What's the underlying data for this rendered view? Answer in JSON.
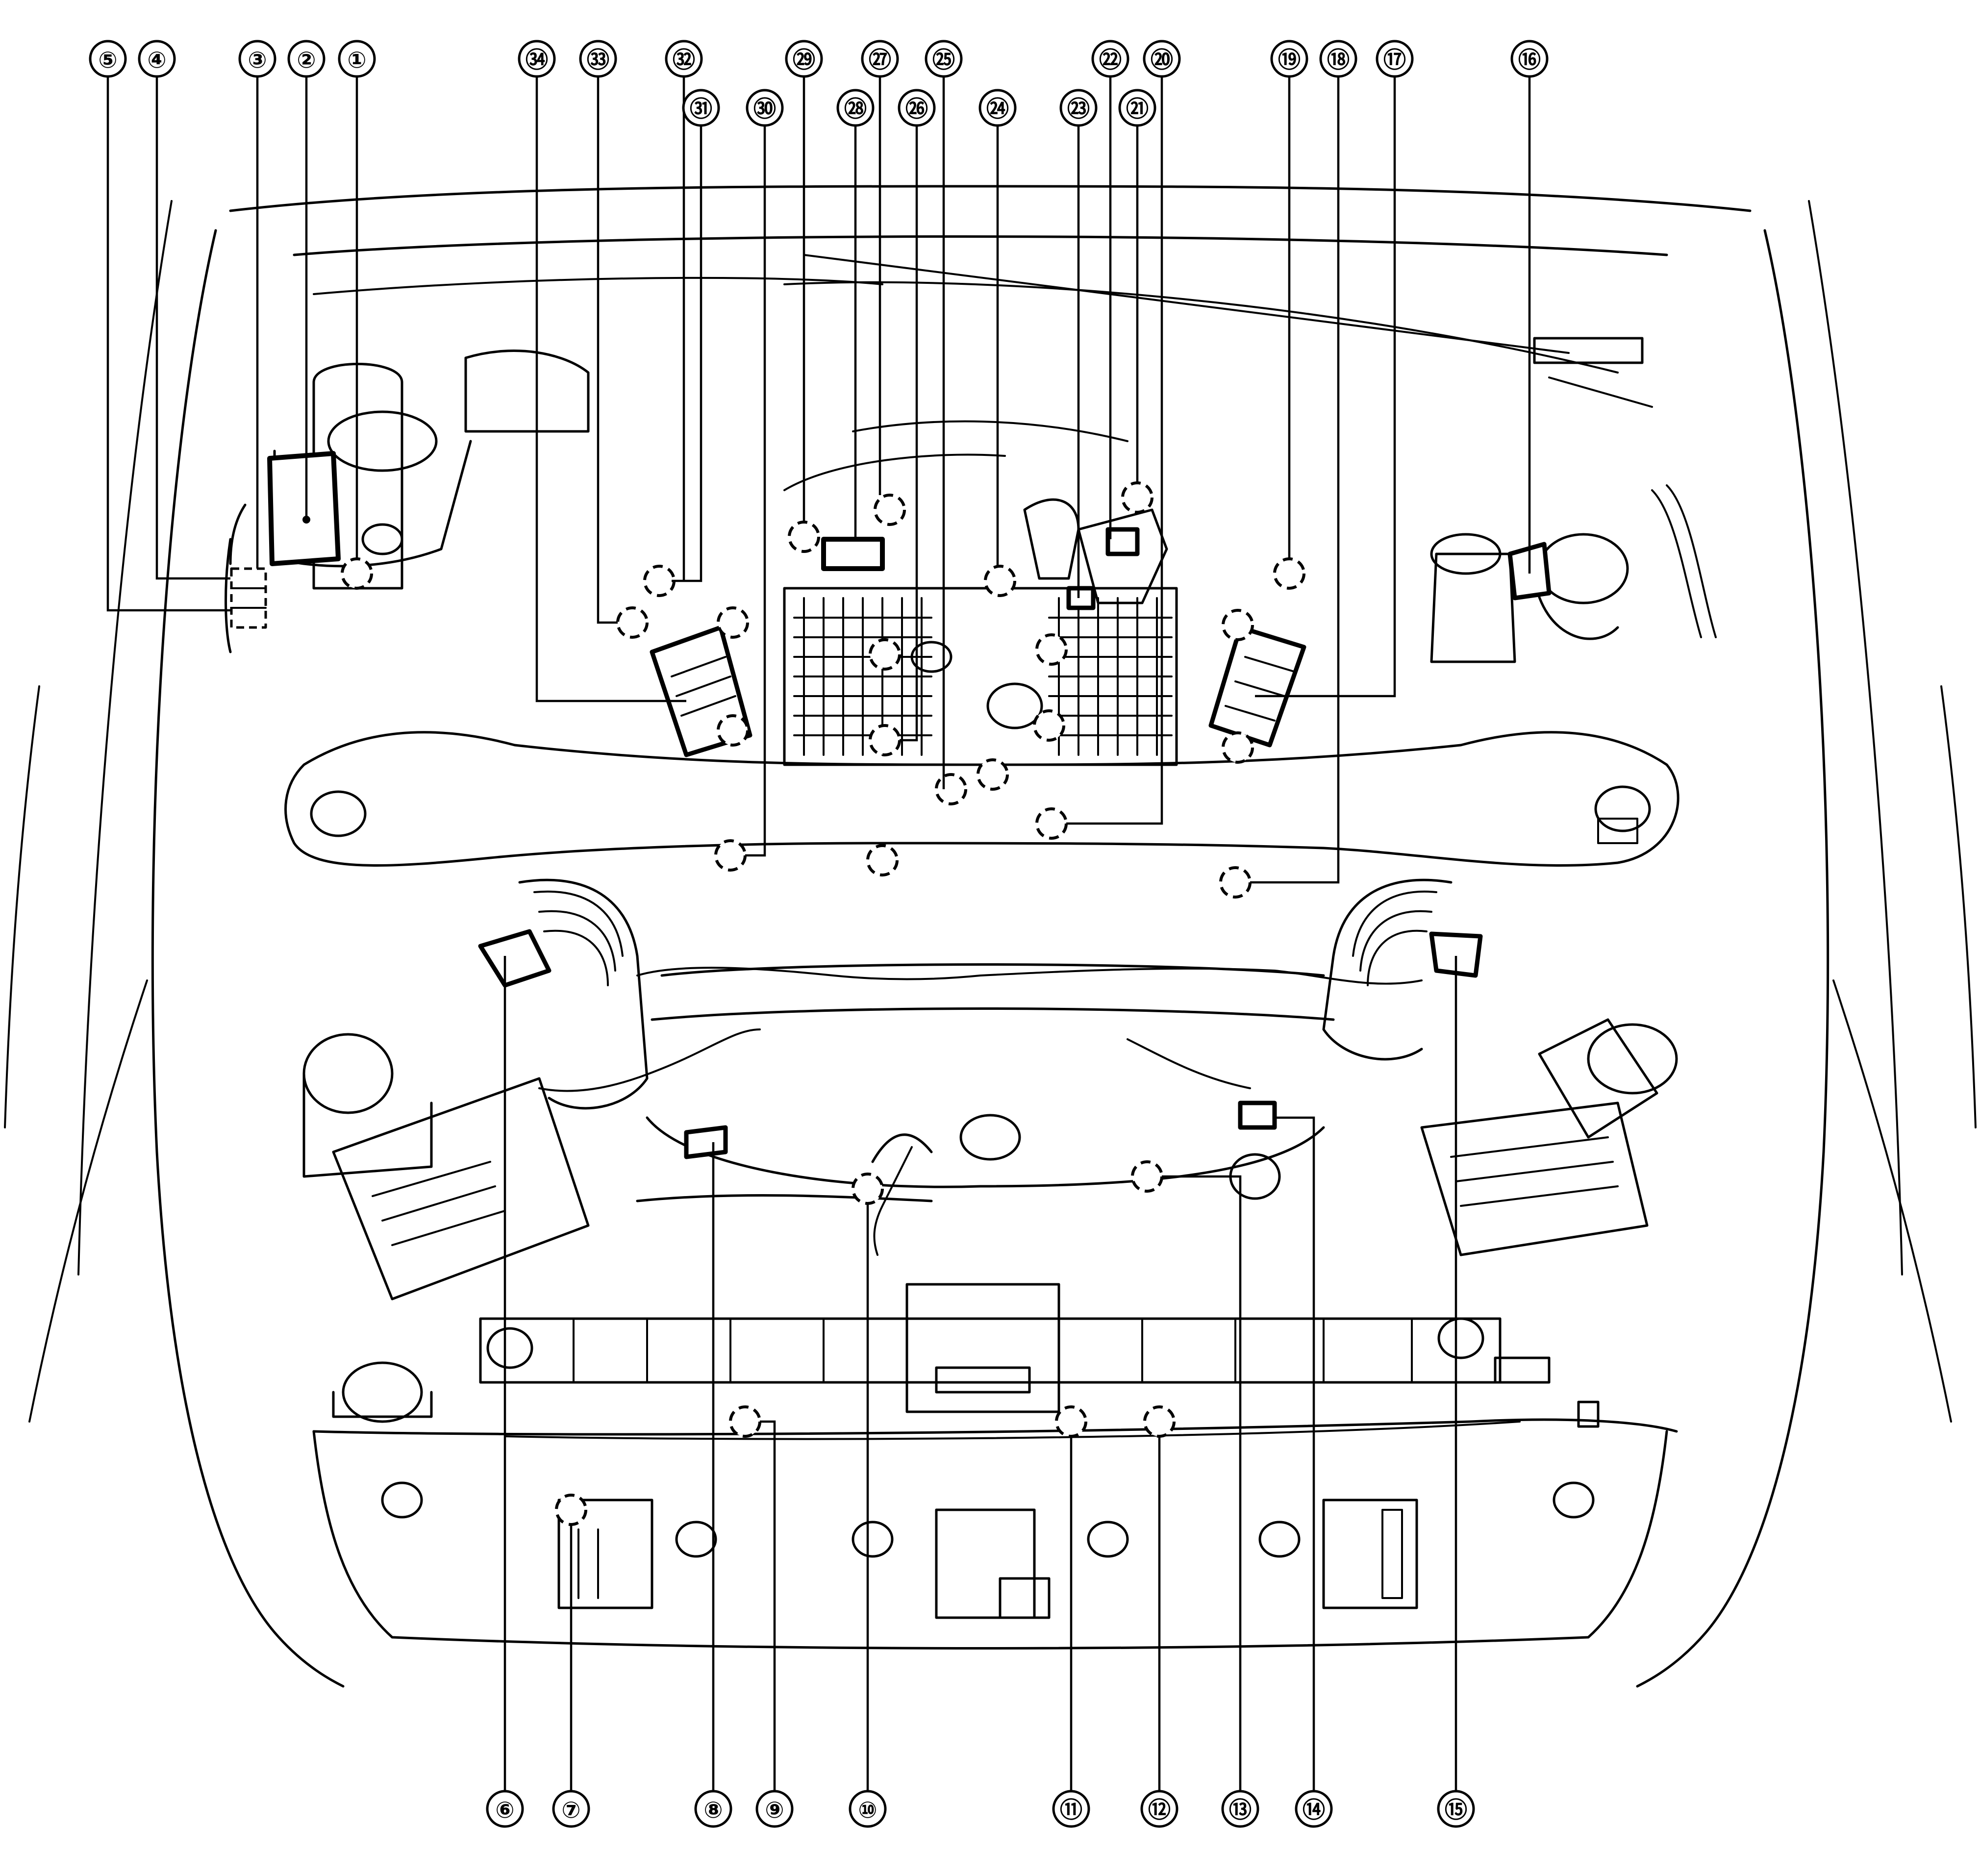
{
  "figure": {
    "callouts": [
      {
        "id": "c1",
        "label": "①"
      },
      {
        "id": "c2",
        "label": "②"
      },
      {
        "id": "c3",
        "label": "③"
      },
      {
        "id": "c4",
        "label": "④"
      },
      {
        "id": "c5",
        "label": "⑤"
      },
      {
        "id": "c6",
        "label": "⑥"
      },
      {
        "id": "c7",
        "label": "⑦"
      },
      {
        "id": "c8",
        "label": "⑧"
      },
      {
        "id": "c9",
        "label": "⑨"
      },
      {
        "id": "c10",
        "label": "⑩"
      },
      {
        "id": "c11",
        "label": "⑪"
      },
      {
        "id": "c12",
        "label": "⑫"
      },
      {
        "id": "c13",
        "label": "⑬"
      },
      {
        "id": "c14",
        "label": "⑭"
      },
      {
        "id": "c15",
        "label": "⑮"
      },
      {
        "id": "c16",
        "label": "⑯"
      },
      {
        "id": "c17",
        "label": "⑰"
      },
      {
        "id": "c18",
        "label": "⑱"
      },
      {
        "id": "c19",
        "label": "⑲"
      },
      {
        "id": "c20",
        "label": "⑳"
      },
      {
        "id": "c21",
        "label": "㉑"
      },
      {
        "id": "c22",
        "label": "㉒"
      },
      {
        "id": "c23",
        "label": "㉓"
      },
      {
        "id": "c24",
        "label": "㉔"
      },
      {
        "id": "c25",
        "label": "㉕"
      },
      {
        "id": "c26",
        "label": "㉖"
      },
      {
        "id": "c27",
        "label": "㉗"
      },
      {
        "id": "c28",
        "label": "㉘"
      },
      {
        "id": "c29",
        "label": "㉙"
      },
      {
        "id": "c30",
        "label": "㉚"
      },
      {
        "id": "c31",
        "label": "㉛"
      },
      {
        "id": "c32",
        "label": "㉜"
      },
      {
        "id": "c33",
        "label": "㉝"
      },
      {
        "id": "c34",
        "label": "㉞"
      }
    ]
  }
}
